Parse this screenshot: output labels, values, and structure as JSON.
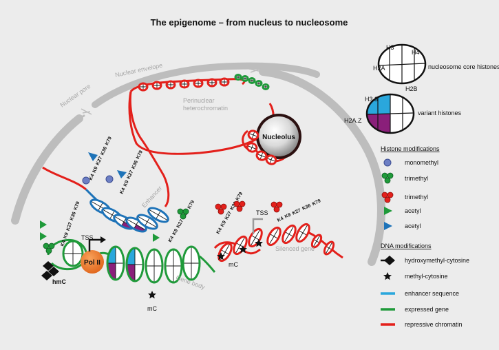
{
  "title": "The epigenome – from nucleus to nucleosome",
  "colors": {
    "background": "#ececec",
    "membrane": "#bdbdbd",
    "enhancer_blue": "#1e73b8",
    "expressed_green": "#1f9a3a",
    "repressive_red": "#e3201b",
    "variant_cyan": "#2aa7dc",
    "variant_purple": "#8a1f7a",
    "monomethyl": "#6d7fc4",
    "polII": "#f07a24"
  },
  "labels": {
    "nuclear_envelope": "Nuclear envelope",
    "nuclear_pore": "Nuclear pore",
    "perinuclear_heterochromatin": "Perinuclear heterochromatin",
    "nucleolus": "Nucleolus",
    "enhancer": "Enhancer",
    "gene_body": "Gene body",
    "silenced_gene": "Silenced gene",
    "tss": "TSS",
    "pol_ii": "Pol II",
    "hmc": "hmC",
    "mc": "mC",
    "k4": "K4",
    "k9": "K9",
    "k27": "K27",
    "k36": "K36",
    "k79": "K79"
  },
  "nucleosome_legend": {
    "h3": "H3",
    "h4": "H4",
    "h2a": "H2A",
    "h2b": "H2B",
    "core_label": "nucleosome core histones",
    "h33": "H3.3",
    "h2az": "H2A.Z",
    "variant_label": "variant histones"
  },
  "histone_modifications": {
    "heading": "Histone modifications",
    "items": [
      {
        "marker": "monomethyl-dot",
        "label": "monomethyl"
      },
      {
        "marker": "green-cluster",
        "label": "trimethyl"
      },
      {
        "marker": "red-cluster",
        "label": "trimethyl"
      },
      {
        "marker": "green-flag",
        "label": "acetyl"
      },
      {
        "marker": "blue-flag",
        "label": "acetyl"
      }
    ]
  },
  "dna_modifications": {
    "heading": "DNA modifications",
    "items": [
      {
        "marker": "arrow-diamond",
        "label": "hydroxymethyl-cytosine"
      },
      {
        "marker": "star",
        "label": "methyl-cytosine"
      },
      {
        "marker": "line-cyan",
        "label": "enhancer sequence"
      },
      {
        "marker": "line-green",
        "label": "expressed gene"
      },
      {
        "marker": "line-red",
        "label": "repressive chromatin"
      }
    ]
  }
}
